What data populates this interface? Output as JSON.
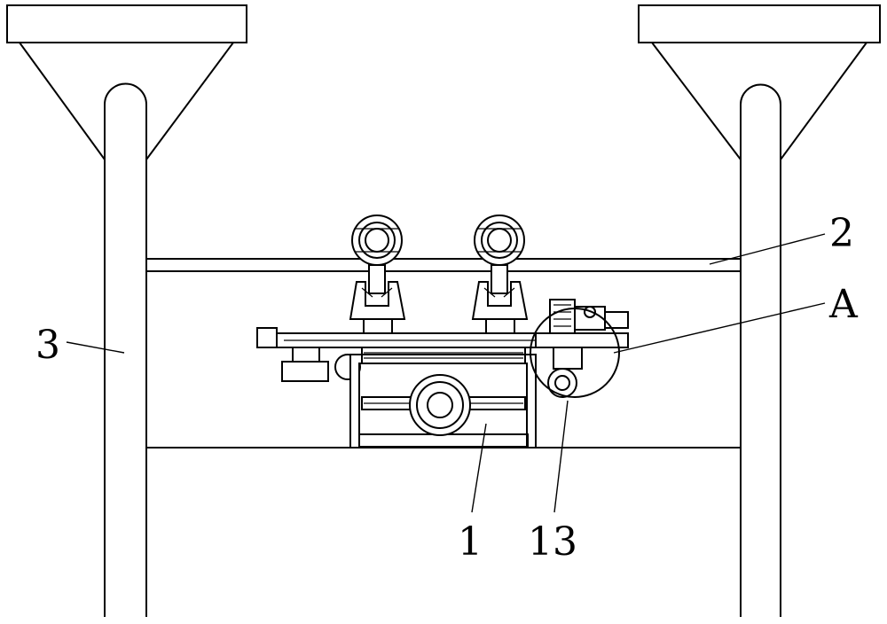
{
  "diagram": {
    "callouts": {
      "part_1": "1",
      "part_2": "2",
      "part_3": "3",
      "part_13": "13",
      "detail_a": "A"
    }
  }
}
